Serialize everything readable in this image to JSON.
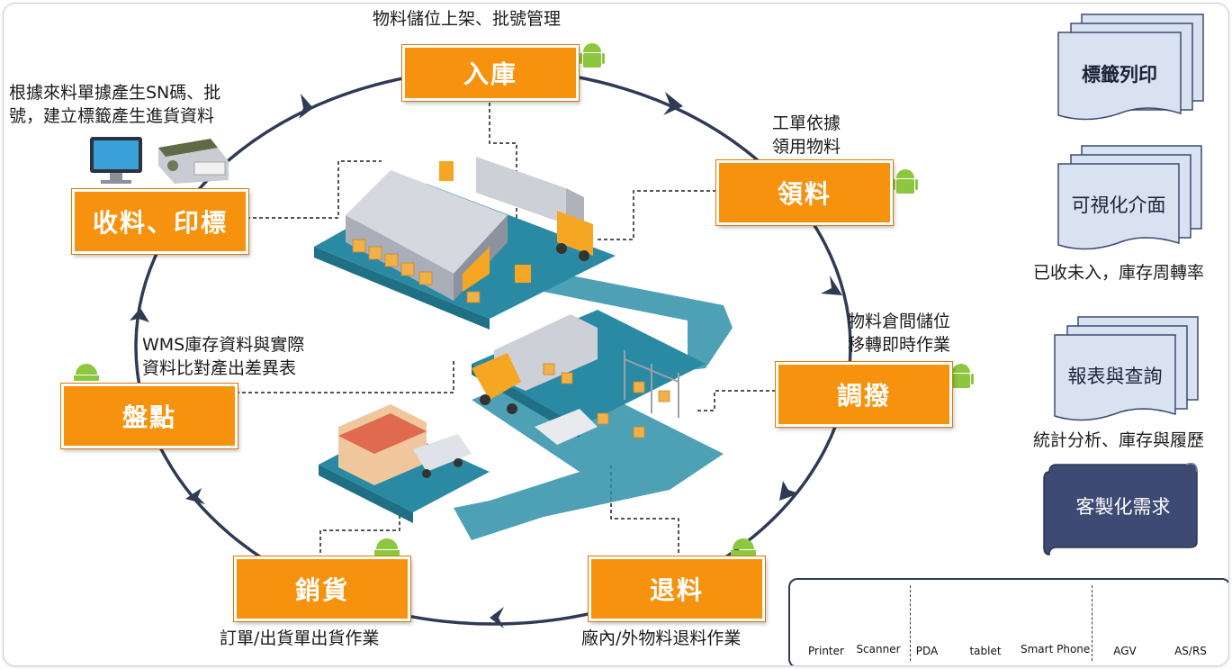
{
  "nodes": {
    "inbound": {
      "label": "入庫",
      "caption": "物料儲位上架、批號管理"
    },
    "picking": {
      "label": "領料",
      "caption_line1": "工單依據",
      "caption_line2": "領用物料"
    },
    "transfer": {
      "label": "調撥",
      "caption_line1": "物料倉間儲位",
      "caption_line2": "移轉即時作業"
    },
    "return": {
      "label": "退料",
      "caption": "廠內/外物料退料作業"
    },
    "sales": {
      "label": "銷貨",
      "caption": "訂單/出貨單出貨作業"
    },
    "stocktake": {
      "label": "盤點",
      "caption_line1": "WMS庫存資料與實際",
      "caption_line2": "資料比對產出差異表"
    },
    "receiving": {
      "label": "收料、印標",
      "caption_line1": "根據來料單據產生SN碼、批",
      "caption_line2": "號，建立標籤產生進貨資料"
    }
  },
  "side_panel": {
    "label_print": {
      "title": "標籤列印"
    },
    "visual_ui": {
      "title": "可視化介面",
      "caption": "已收未入，庫存周轉率"
    },
    "reports": {
      "title": "報表與查詢",
      "caption": "統計分析、庫存與履歷"
    },
    "custom": {
      "title": "客製化需求"
    }
  },
  "devices": [
    {
      "label": "Printer"
    },
    {
      "label": "Scanner"
    },
    {
      "label": "PDA"
    },
    {
      "label": "tablet"
    },
    {
      "label": "Smart Phone"
    },
    {
      "label": "AGV"
    },
    {
      "label": "AS/RS"
    }
  ],
  "colors": {
    "node_fill": "#f7920f",
    "cycle_line": "#2f3a55",
    "doc_fill": "#d9e2f1",
    "custom_fill": "#3d4a73",
    "android": "#8dc63f",
    "road": "#2f90a8"
  }
}
